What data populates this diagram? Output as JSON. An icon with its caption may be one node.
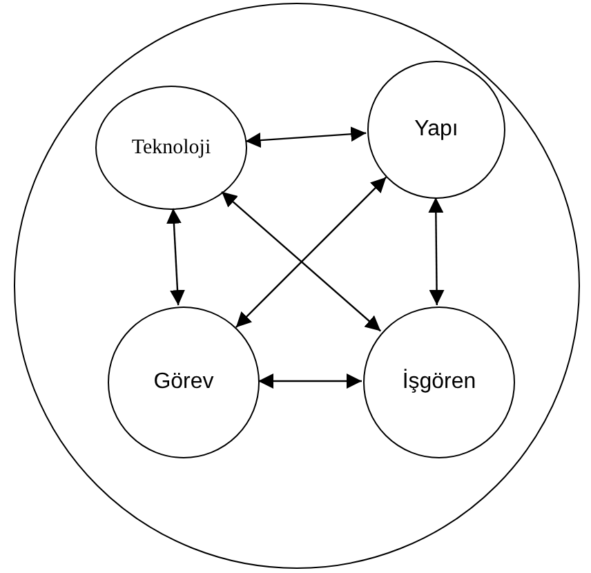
{
  "diagram": {
    "nodes": [
      {
        "text": [],
        "shape": "circle"
      },
      {
        "text": [
          "Teknoloji"
        ],
        "in": 0
      },
      {
        "text": [
          "Yapı"
        ],
        "in": 0
      },
      {
        "text": [
          "Görev"
        ],
        "in": 0
      },
      {
        "text": [
          "İşgören"
        ],
        "in": 0
      }
    ],
    "edges": [
      {
        "from": 1,
        "to": 2,
        "arrow": "both"
      },
      {
        "from": 1,
        "to": 3,
        "arrow": "both"
      },
      {
        "from": 1,
        "to": 4,
        "arrow": "both"
      },
      {
        "from": 2,
        "to": 3,
        "arrow": "both"
      },
      {
        "from": 2,
        "to": 4,
        "arrow": "both"
      },
      {
        "from": 3,
        "to": 4,
        "arrow": "both"
      }
    ]
  }
}
